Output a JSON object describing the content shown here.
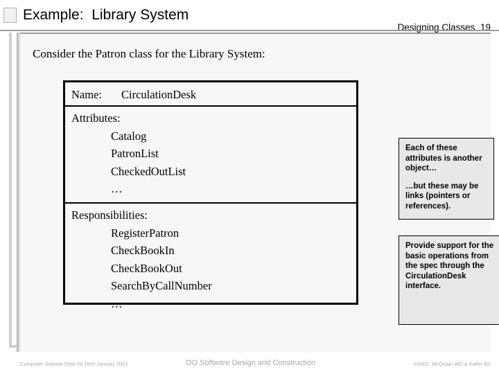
{
  "header": {
    "title": "Example:  Library System",
    "course": "Designing Classes",
    "slide_number": "19",
    "bullet_icon": "square-bullet-icon"
  },
  "content": {
    "intro": "Consider the Patron class for the Library System:",
    "crc_card": {
      "name_label": "Name:",
      "name_value": "CirculationDesk",
      "attributes_label": "Attributes:",
      "attributes": [
        "Catalog",
        "PatronList",
        "CheckedOutList",
        "…"
      ],
      "responsibilities_label": "Responsibilities:",
      "responsibilities": [
        "RegisterPatron",
        "CheckBookIn",
        "CheckBookOut",
        "SearchByCallNumber",
        "…"
      ]
    },
    "callouts": [
      {
        "id": "attributes-note",
        "paragraphs": [
          "Each of these attributes is another object…",
          "…but these may be links (pointers or references)."
        ]
      },
      {
        "id": "responsibilities-note",
        "paragraphs": [
          "Provide support for the basic operations from the spec through the CirculationDesk interface."
        ]
      }
    ]
  },
  "footer": {
    "left": "Computer Science Dept Va Tech January 2002",
    "center": "OO Software Design and Construction",
    "right": "©2002  McQuain WD & Keller BJ"
  },
  "colors": {
    "page_background": "#ffffff",
    "panel_background": "#f7f7f7",
    "callout_background": "#e8e8e8",
    "rule": "#9a9a9a",
    "footer_text": "#a8a8a8",
    "card_border": "#000000"
  }
}
